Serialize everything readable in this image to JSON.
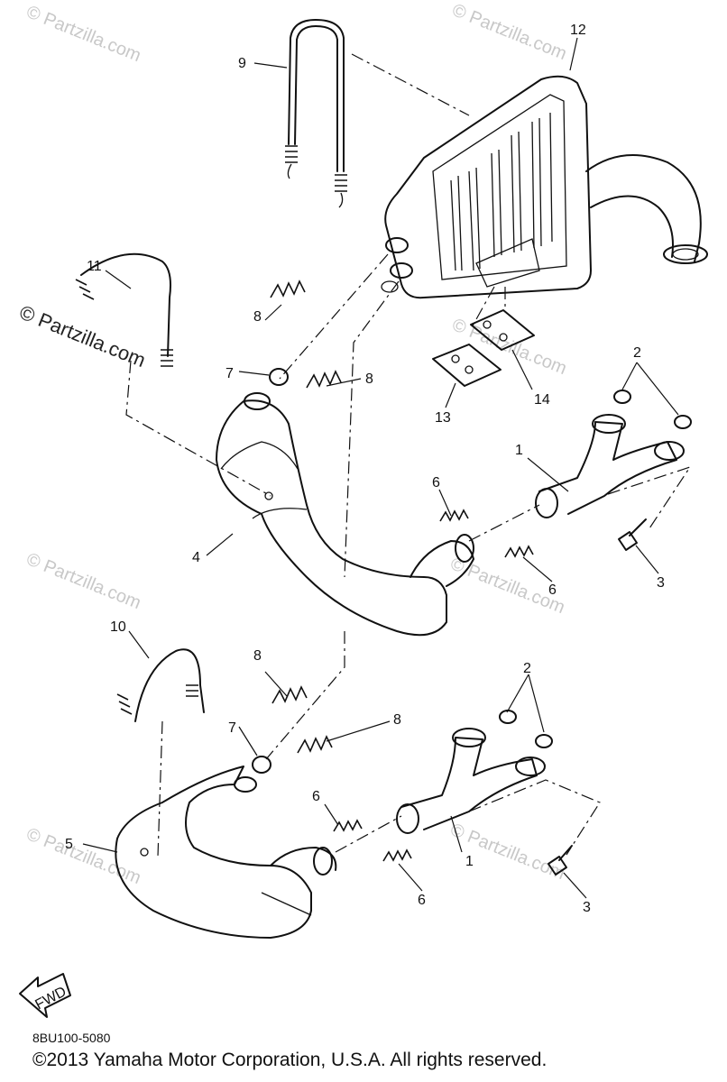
{
  "watermark": {
    "text": "© Partzilla.com",
    "prominent_text": "© Partzilla.com"
  },
  "callouts": [
    "1",
    "1",
    "2",
    "2",
    "3",
    "3",
    "4",
    "5",
    "6",
    "6",
    "6",
    "6",
    "7",
    "7",
    "8",
    "8",
    "8",
    "8",
    "9",
    "10",
    "11",
    "12",
    "13",
    "14"
  ],
  "fwd_label": "FWD",
  "ref_code": "8BU100-5080",
  "copyright": "©2013  Yamaha Motor Corporation, U.S.A. All rights reserved."
}
